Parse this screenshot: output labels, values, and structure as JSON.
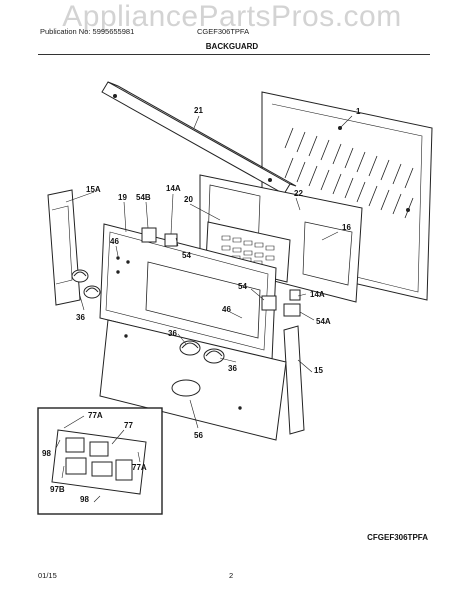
{
  "watermark": "AppliancePartsPros.com",
  "header": {
    "publication": "Publication No: 5995655981",
    "model": "CGEF306TPFA",
    "section": "BACKGUARD"
  },
  "callouts": {
    "c1": "1",
    "c21": "21",
    "c22": "22",
    "c15a": "15A",
    "c19": "19",
    "c54b": "54B",
    "c14a_top": "14A",
    "c20": "20",
    "c16": "16",
    "c46_left": "46",
    "c54_left": "54",
    "c54_right": "54",
    "c14a_right": "14A",
    "c36_left": "36",
    "c46_center": "46",
    "c54a": "54A",
    "c36_center": "36",
    "c36_right": "36",
    "c15": "15",
    "c56": "56",
    "c77a_top": "77A",
    "c77": "77",
    "c98_left": "98",
    "c97b": "97B",
    "c77a_bottom": "77A",
    "c98_bottom": "98"
  },
  "footer": {
    "model_code": "CFGEF306TPFA",
    "date": "01/15",
    "page": "2"
  }
}
